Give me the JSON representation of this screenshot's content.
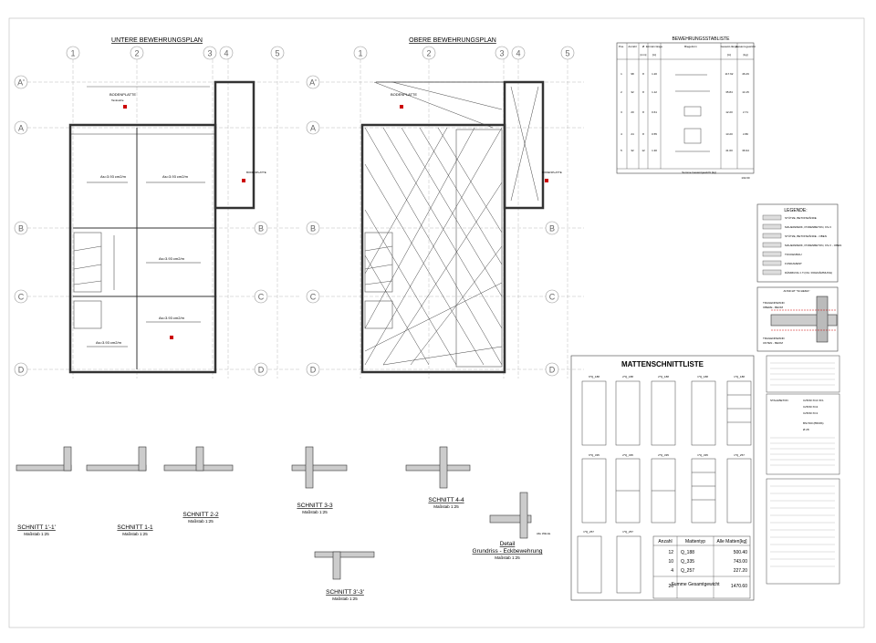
{
  "sheet": {
    "title_lower": "UNTERE BEWEHRUNGSPLAN",
    "title_upper": "OBERE BEWEHRUNGSPLAN",
    "grid_columns": [
      "1",
      "2",
      "3",
      "4",
      "5"
    ],
    "grid_rows": [
      "A'",
      "A",
      "B",
      "C",
      "D"
    ]
  },
  "bodenplatte": {
    "label": "BODENPLATTE",
    "sub": "Tanksohle",
    "as_labels": [
      "As=3.93 cm2/m",
      "As=3.93 cm2/m",
      "As=3.93 cm2/m",
      "As=3.93 cm2/m",
      "As=3.93 cm2/m"
    ]
  },
  "stabliste": {
    "title": "BEWEHRUNGSSTABLISTE",
    "headers": [
      "Pos.",
      "Anzahl",
      "Ø",
      "Einzeln länge",
      "Biegeform",
      "Gesamt-länge",
      "Gesamt-gewicht"
    ],
    "units": [
      "",
      "",
      "[mm]",
      "[m]",
      "",
      "[m]",
      "[kg]"
    ],
    "rows": [
      {
        "pos": "1",
        "anzahl": "98",
        "d": "8",
        "len": "1.20",
        "glen": "117.62",
        "gew": "46.29"
      },
      {
        "pos": "2",
        "anzahl": "32",
        "d": "8",
        "len": "1.12",
        "glen": "35.84",
        "gew": "14.15"
      },
      {
        "pos": "3",
        "anzahl": "20",
        "d": "8",
        "len": "0.61",
        "glen": "12.20",
        "gew": "2.71"
      },
      {
        "pos": "4",
        "anzahl": "24",
        "d": "8",
        "len": "0.55",
        "glen": "13.20",
        "gew": "2.80"
      },
      {
        "pos": "5",
        "anzahl": "32",
        "d": "12",
        "len": "1.30",
        "glen": "41.60",
        "gew": "36.94"
      }
    ],
    "summe_label": "Summe Gesamtgewicht [kg]",
    "summe_value": "102.00"
  },
  "legende": {
    "title": "LEGENDE:",
    "items": [
      "STÜTZE, BETONWÄNDE",
      "MAUERWERK, PORENBETON, KS-V",
      "STÜTZE, BETONWÄNDE - OBEN",
      "MAUERWERK, PORENBETON, KS-V - OBEN",
      "TOCKENBAU",
      "FUNDAMENT",
      "DÄMMUNG z.T.(OG: ROHDÄMMUNG)"
    ]
  },
  "ansicht": {
    "title": "ANSICHT \"SCHEMA\"",
    "labels": [
      "TRAGENDWAND",
      "OBERE - BEOM",
      "TRAGENDWAND",
      "UNTEN - BEOM"
    ]
  },
  "mattenliste": {
    "title": "MATTENSCHNITTLISTE",
    "row1_headers": [
      "6*Q_188",
      "2*Q_188",
      "2*Q_188",
      "1*Q_188",
      "1*Q_188"
    ],
    "row2_headers": [
      "6*Q_335",
      "2*Q_335",
      "2*Q_335",
      "1*Q_335",
      "1*Q_257"
    ],
    "row3_headers": [
      "1*Q_257",
      "1*Q_257"
    ],
    "summary_headers": [
      "Anzahl",
      "Mattentyp",
      "Alle Matten[kg]"
    ],
    "summary_rows": [
      {
        "anzahl": "12",
        "typ": "Q_188",
        "kg": "500.40"
      },
      {
        "anzahl": "10",
        "typ": "Q_335",
        "kg": "743.00"
      },
      {
        "anzahl": "4",
        "typ": "Q_257",
        "kg": "227.20"
      }
    ],
    "summe_anzahl": "26",
    "summe_label": "Summe Gesamtgewicht",
    "summe_kg": "1470.60"
  },
  "sections": [
    {
      "name": "SCHNITT 1'-1'",
      "scale": "Maßstab 1:25"
    },
    {
      "name": "SCHNITT 1-1",
      "scale": "Maßstab 1:25"
    },
    {
      "name": "SCHNITT 2-2",
      "scale": "Maßstab 1:25"
    },
    {
      "name": "SCHNITT 3-3",
      "scale": "Maßstab 1:25"
    },
    {
      "name": "SCHNITT 4-4",
      "scale": "Maßstab 1:25"
    },
    {
      "name": "SCHNITT 3'-3'",
      "scale": "Maßstab 1:25"
    }
  ],
  "detail": {
    "title": "Detail",
    "subtitle": "Grundriss - Eckbewehrung",
    "scale": "Maßstab 1:25",
    "note": "Alle Wände"
  },
  "notes": {
    "header": "STAHLBETON",
    "lines": [
      "C25/30 XC4 XF1",
      "C25/30 XC2",
      "C25/30 XC1",
      "BSt 500 (B500S)",
      "Ø 28"
    ]
  }
}
